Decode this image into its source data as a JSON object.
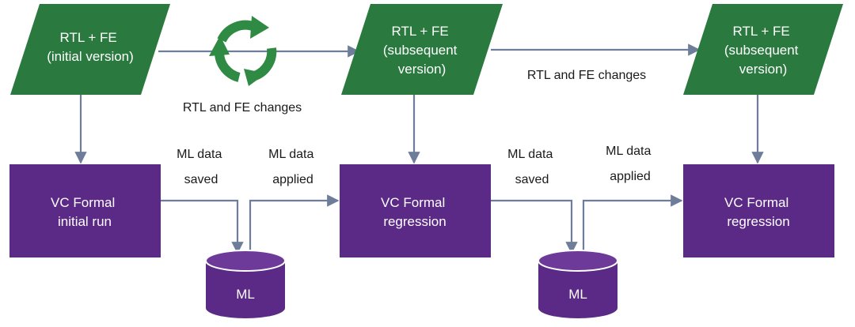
{
  "colors": {
    "input_fill": "#2a7a3f",
    "process_fill": "#5b2a86",
    "db_fill": "#5b2a86",
    "db_top": "#6d3a9a",
    "arrow": "#6e7d99",
    "refresh_icon": "#2f8a43",
    "text_on_shape": "#ffffff",
    "label_text": "#1a1a1a"
  },
  "inputs": [
    {
      "lines": [
        "RTL + FE",
        "(initial version)"
      ]
    },
    {
      "lines": [
        "RTL + FE",
        "(subsequent",
        "version)"
      ]
    },
    {
      "lines": [
        "RTL + FE",
        "(subsequent",
        "version)"
      ]
    }
  ],
  "processes": [
    {
      "lines": [
        "VC Formal",
        "initial run"
      ]
    },
    {
      "lines": [
        "VC Formal",
        "regression"
      ]
    },
    {
      "lines": [
        "VC Formal",
        "regression"
      ]
    }
  ],
  "databases": [
    {
      "label": "ML"
    },
    {
      "label": "ML"
    }
  ],
  "labels": {
    "changes_1": "RTL and FE changes",
    "changes_2": "RTL and FE changes",
    "saved_1": [
      "ML data",
      "saved"
    ],
    "applied_1": [
      "ML data",
      "applied"
    ],
    "saved_2": [
      "ML data",
      "saved"
    ],
    "applied_2": [
      "ML data",
      "applied"
    ]
  },
  "icons": {
    "refresh": "refresh-cycle-icon"
  }
}
